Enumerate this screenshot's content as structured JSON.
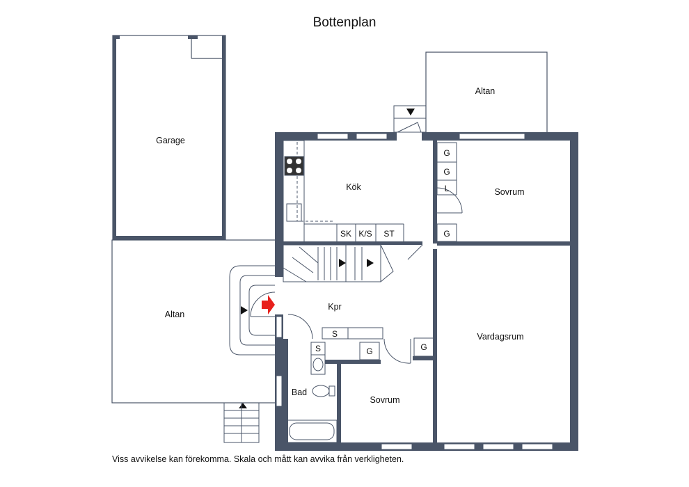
{
  "title": "Bottenplan",
  "disclaimer": "Viss avvikelse kan förekomma. Skala och mått kan avvika från verkligheten.",
  "rooms": {
    "garage": "Garage",
    "altan_top": "Altan",
    "altan_left": "Altan",
    "kok": "Kök",
    "sovrum_top": "Sovrum",
    "kpr": "Kpr",
    "vardagsrum": "Vardagsrum",
    "bad": "Bad",
    "sovrum_bottom": "Sovrum"
  },
  "fixtures": {
    "g1": "G",
    "g2": "G",
    "l": "L",
    "g3": "G",
    "sk": "SK",
    "ks": "K/S",
    "st": "ST",
    "s_hall": "S",
    "s_bad": "S",
    "g_bed": "G",
    "g_hall": "G"
  },
  "colors": {
    "wall": "#4a5568",
    "entry_arrow": "#e8201c"
  }
}
